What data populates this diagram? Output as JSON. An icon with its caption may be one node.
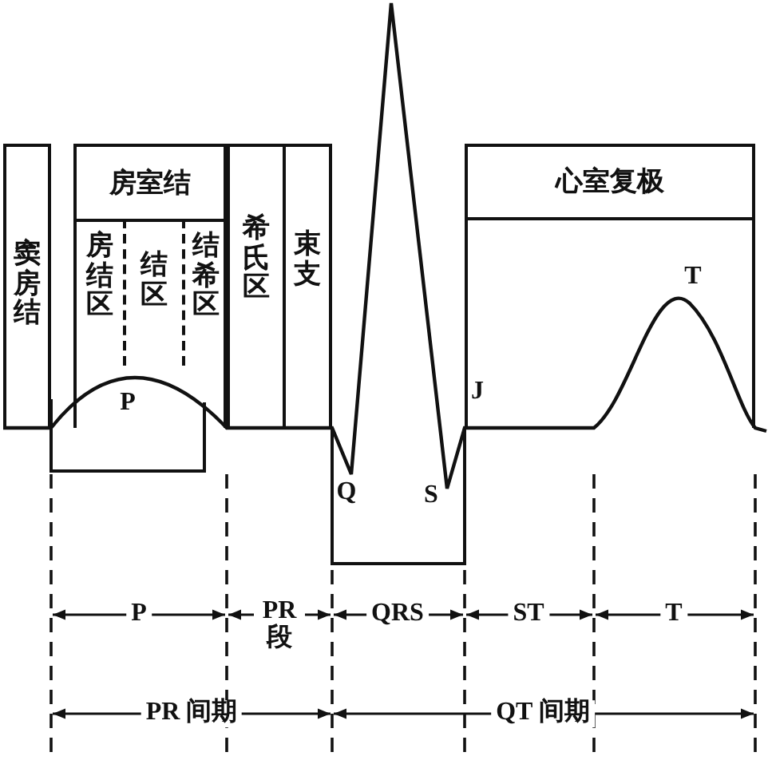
{
  "diagram": {
    "nodes": [
      {
        "text": [
          "窦房结"
        ]
      },
      {
        "text": [
          "房室结"
        ]
      },
      {
        "text": [
          "房结区"
        ],
        "in": 1
      },
      {
        "text": [
          "结区"
        ],
        "in": 1
      },
      {
        "text": [
          "结希区"
        ],
        "in": 1
      },
      {
        "text": [
          "希氏区"
        ]
      },
      {
        "text": [
          "束支"
        ]
      },
      {
        "text": [
          "心室复极"
        ]
      }
    ],
    "edges": [],
    "labels": [
      "T",
      "P",
      "J",
      "Q",
      "S",
      "P",
      "PR段",
      "QRS",
      "ST",
      "T",
      "PR 间期",
      "QT 间期"
    ]
  }
}
